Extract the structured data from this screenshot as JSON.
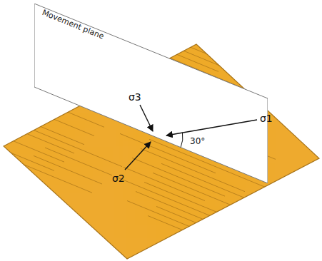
{
  "diagram": {
    "nodes": [
      {
        "text": [
          "Movement plane"
        ]
      }
    ],
    "labels": [
      "σ3",
      "σ1",
      "σ2",
      "30°"
    ]
  }
}
